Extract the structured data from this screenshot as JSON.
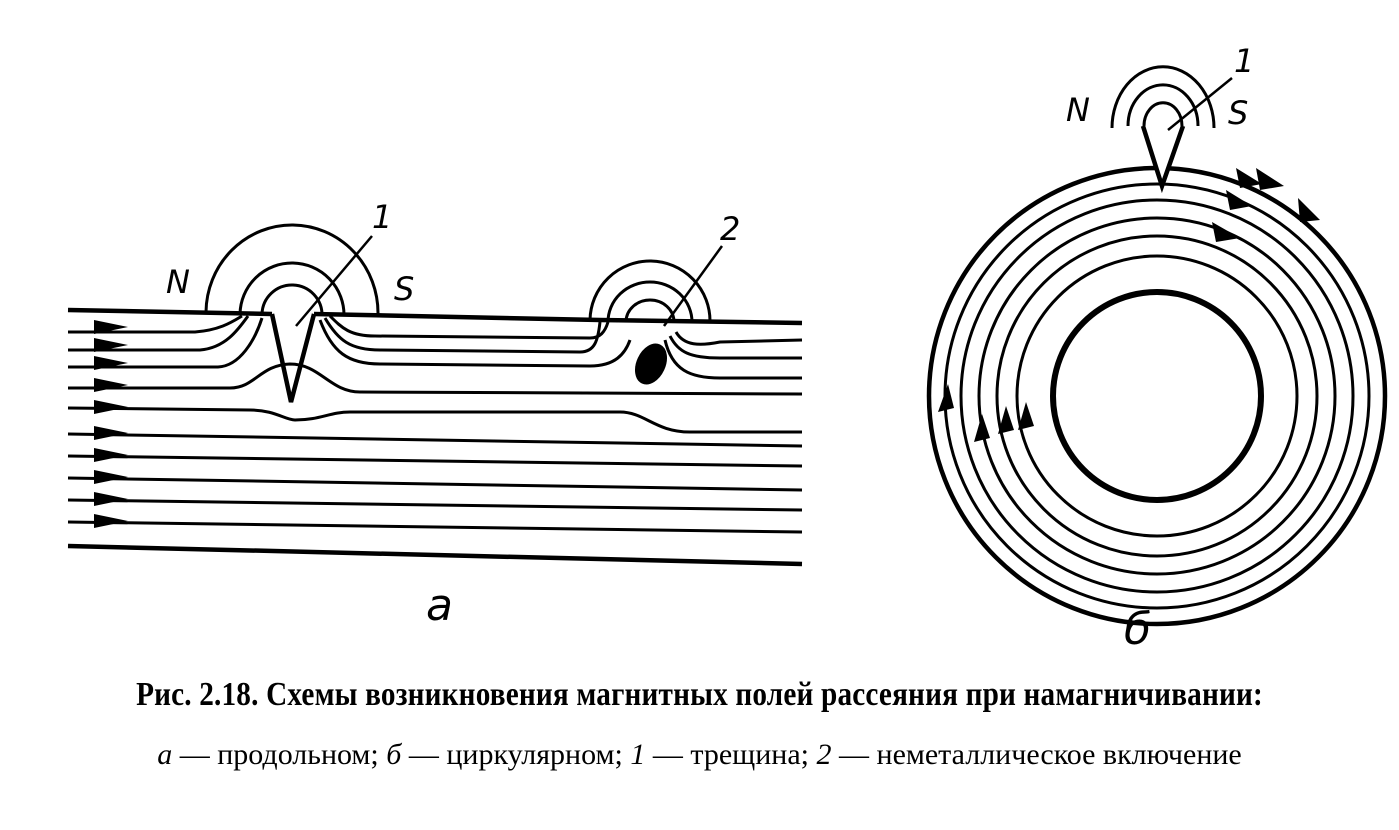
{
  "panel_a": {
    "label_N": "N",
    "label_S": "S",
    "label_1": "1",
    "label_2": "2",
    "sublabel": "а"
  },
  "panel_b": {
    "label_N": "N",
    "label_S": "S",
    "label_1": "1",
    "sublabel": "б"
  },
  "caption": {
    "title": "Рис. 2.18. Схемы возникновения магнитных полей рассеяния при намагничивании:",
    "legend": {
      "a_key": "а",
      "a_text": " — продольном; ",
      "b_key": "б",
      "b_text": " — циркулярном; ",
      "k1_key": "1",
      "k1_text": " — трещина; ",
      "k2_key": "2",
      "k2_text": " — неметаллическое включение"
    }
  },
  "colors": {
    "ink": "#000000",
    "paper": "#ffffff"
  }
}
